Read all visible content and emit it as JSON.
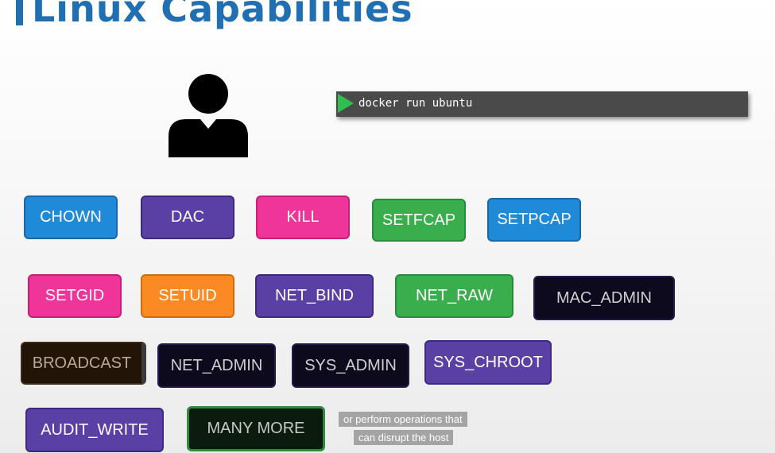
{
  "title": "Linux Capabilities",
  "terminal": {
    "command": "docker run ubuntu"
  },
  "capabilities": [
    "CHOWN",
    "DAC",
    "KILL",
    "SETFCAP",
    "SETPCAP",
    "SETGID",
    "SETUID",
    "NET_BIND",
    "NET_RAW",
    "MAC_ADMIN",
    "BROADCAST",
    "NET_ADMIN",
    "SYS_ADMIN",
    "SYS_CHROOT",
    "AUDIT_WRITE",
    "MANY MORE"
  ],
  "subtitle": {
    "line1": "or perform operations that",
    "line2": "can disrupt the host"
  },
  "colors": {
    "title": "#1f6fb2",
    "blue": "#1f8bd8",
    "purple": "#5a3fa5",
    "pink": "#f0359a",
    "green": "#3aad4d",
    "orange": "#fb8a24",
    "dark": "#0e0a1e",
    "terminal": "#4a4a4a"
  },
  "icons": {
    "user": "person-silhouette-icon",
    "prompt": "play-triangle-icon"
  }
}
